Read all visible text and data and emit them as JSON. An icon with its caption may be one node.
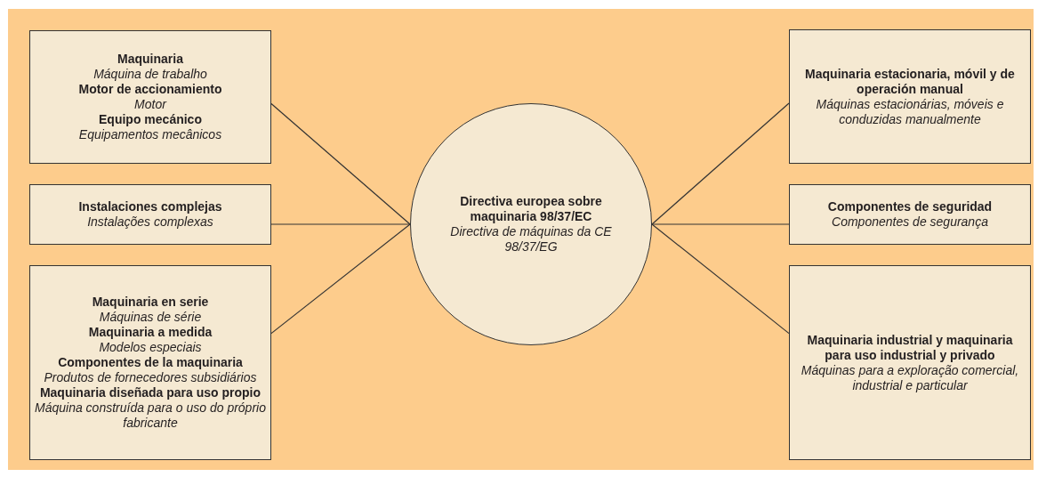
{
  "diagram": {
    "nodes": [
      {
        "text": [
          "Maquinaria",
          "Máquina de trabalho",
          "Motor de accionamiento",
          "Motor",
          "Equipo mecánico",
          "Equipamentos mecânicos"
        ]
      },
      {
        "text": [
          "Instalaciones complejas",
          "Instalações complexas"
        ]
      },
      {
        "text": [
          "Maquinaria en serie",
          "Máquinas de série",
          "Maquinaria a medida",
          "Modelos especiais",
          "Componentes de la maquinaria",
          "Produtos de fornecedores subsidiários",
          "Maquinaria diseñada para uso propio",
          "Máquina construída para o uso do próprio fabricante"
        ]
      },
      {
        "text": [
          "Directiva europea sobre maquinaria 98/37/EC",
          "Directiva de máquinas da CE 98/37/EG"
        ]
      },
      {
        "text": [
          "Maquinaria estacionaria, móvil y de operación manual",
          "Máquinas estacionárias, móveis e conduzidas manualmente"
        ]
      },
      {
        "text": [
          "Componentes de seguridad",
          "Componentes de segurança"
        ]
      },
      {
        "text": [
          "Maquinaria industrial y maquinaria para uso industrial y privado",
          "Máquinas para a exploração comercial, industrial e particular"
        ]
      }
    ],
    "edges": [
      {
        "from": 3,
        "to": 0,
        "arrow": "none"
      },
      {
        "from": 3,
        "to": 1,
        "arrow": "none"
      },
      {
        "from": 3,
        "to": 2,
        "arrow": "none"
      },
      {
        "from": 3,
        "to": 4,
        "arrow": "none"
      },
      {
        "from": 3,
        "to": 5,
        "arrow": "none"
      },
      {
        "from": 3,
        "to": 6,
        "arrow": "none"
      }
    ]
  }
}
